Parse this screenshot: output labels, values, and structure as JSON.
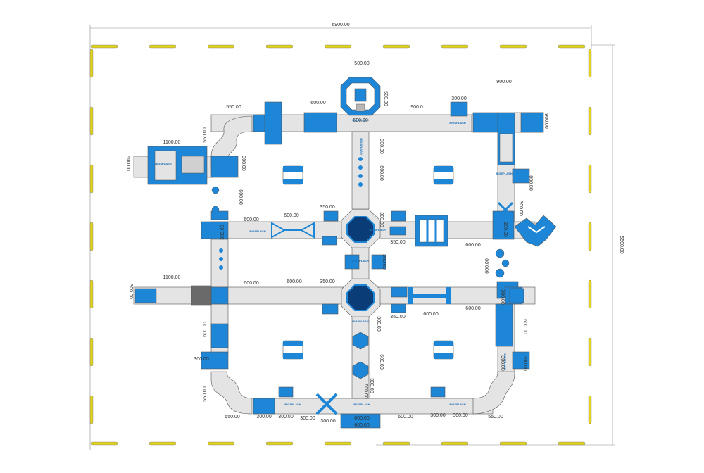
{
  "colors": {
    "blue": "#1e86d6",
    "dark_blue": "#0a3c78",
    "gray": "#e4e4e4",
    "outline": "#555555",
    "buoy": "#e0d21e",
    "dim_line": "#8c8c8c"
  },
  "dimensions": {
    "total_width": "6900.00",
    "total_height": "5500.00",
    "top_row": [
      "550.00",
      "600.00",
      "500.00",
      "500.00",
      "600.00",
      "900.0",
      "300.00",
      "900.00",
      "900.00"
    ],
    "left_column": [
      "550.00",
      "300.00",
      "1100.00",
      "500.00",
      "600.00",
      "600.00",
      "1100.00",
      "300.00",
      "600.00",
      "300.00",
      "550.00"
    ],
    "center_upper": [
      "300.00",
      "600.00",
      "600.00",
      "350.00",
      "300.00",
      "350.00",
      "600.00",
      "300.00",
      "600.00",
      "300.00",
      "300.00"
    ],
    "center_lower": [
      "600.00",
      "600.00",
      "350.00",
      "300.00",
      "350.00",
      "600.00",
      "600.00",
      "300.00",
      "600.00",
      "300.00",
      "600.00"
    ],
    "right_column": [
      "600.00",
      "300.00",
      "600.00",
      "600.00",
      "300.00",
      "300.00"
    ],
    "bottom_row": [
      "550.00",
      "300.00",
      "300.00",
      "300.00",
      "300.00",
      "600.00",
      "600.00",
      "300.00",
      "300.00",
      "550.00"
    ]
  },
  "logo_text": "BIGSPLASH"
}
